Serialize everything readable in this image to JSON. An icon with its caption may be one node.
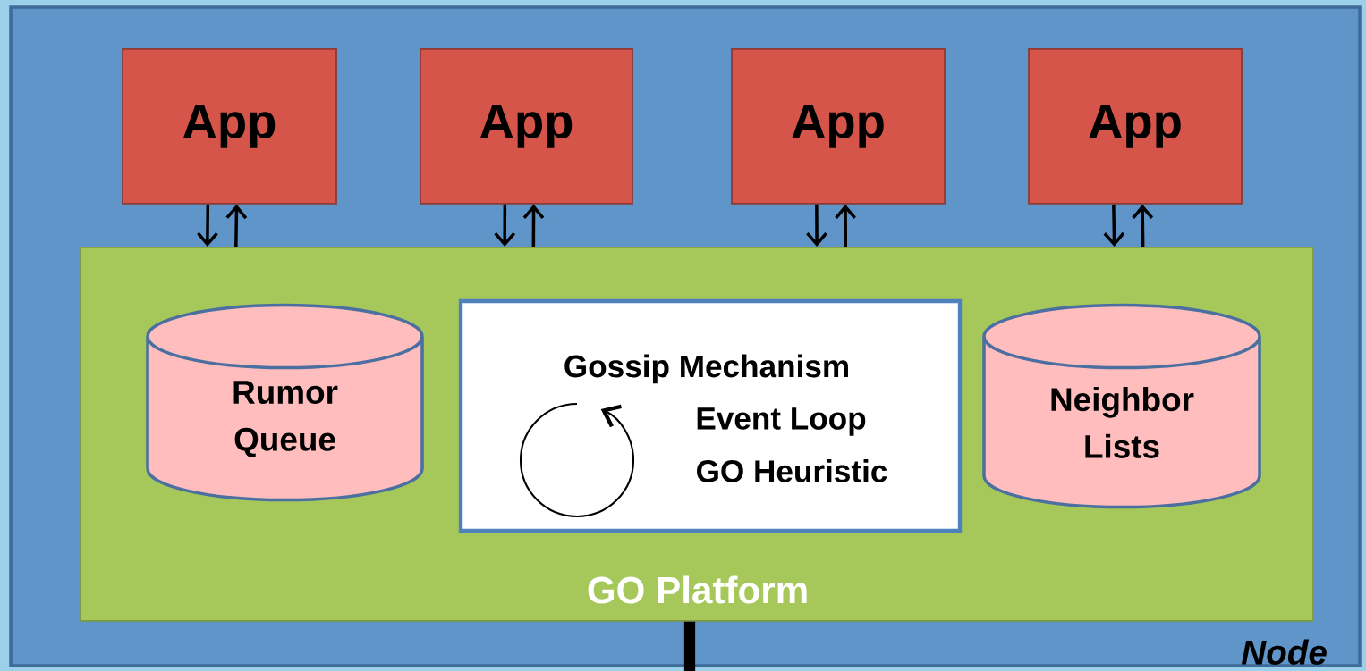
{
  "diagram": {
    "nodes": [
      {
        "text": [
          "Node"
        ]
      },
      {
        "text": [
          "App"
        ],
        "in": 0
      },
      {
        "text": [
          "App"
        ],
        "in": 0
      },
      {
        "text": [
          "App"
        ],
        "in": 0
      },
      {
        "text": [
          "App"
        ],
        "in": 0
      },
      {
        "text": [
          "GO Platform"
        ],
        "in": 0
      },
      {
        "text": [
          "Rumor Queue"
        ],
        "in": 5
      },
      {
        "text": [
          "Gossip Mechanism",
          "Event Loop",
          "GO Heuristic"
        ],
        "in": 5
      },
      {
        "text": [
          "Neighbor Lists"
        ],
        "in": 5
      }
    ],
    "edges": [
      {
        "from": 1,
        "to": 5,
        "arrow": "to"
      },
      {
        "from": 5,
        "to": 1,
        "arrow": "to"
      },
      {
        "from": 2,
        "to": 5,
        "arrow": "to"
      },
      {
        "from": 5,
        "to": 2,
        "arrow": "to"
      },
      {
        "from": 3,
        "to": 5,
        "arrow": "to"
      },
      {
        "from": 5,
        "to": 3,
        "arrow": "to"
      },
      {
        "from": 4,
        "to": 5,
        "arrow": "to"
      },
      {
        "from": 5,
        "to": 4,
        "arrow": "to"
      },
      {
        "from": 5,
        "to": null,
        "arrow": "none",
        "style": "thick"
      }
    ]
  }
}
